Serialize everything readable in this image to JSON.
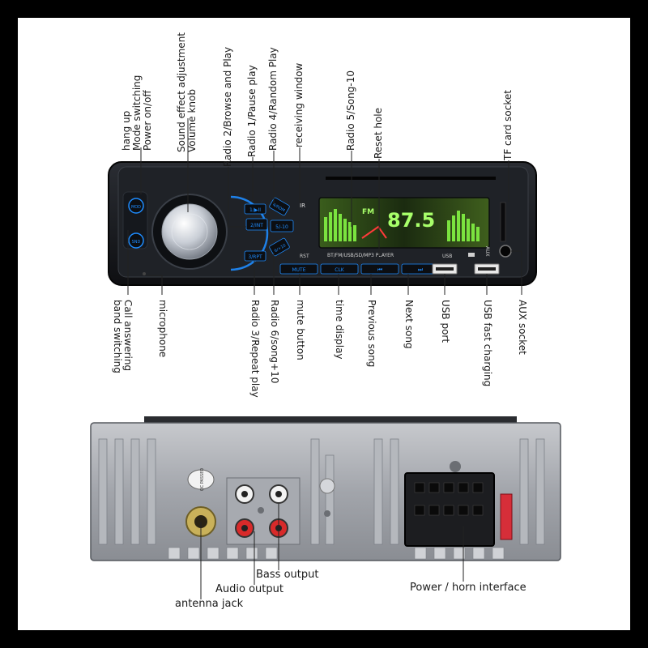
{
  "front_labels_top": [
    "hang up\nMode switching\nPower on/off",
    "Sound effect adjustment\nVolume knob",
    "Radio 2/Browse and Play",
    "Radio 1/Pause play",
    "Radio 4/Random Play",
    "receiving window",
    "Radio 5/Song-10",
    "Reset hole",
    "TF card socket"
  ],
  "front_labels_bottom": [
    "Call answering\nband switching",
    "microphone",
    "Radio 3/Repeat play",
    "Radio 6/song+10",
    "mute button",
    "time display",
    "Previous song",
    "Next song",
    "USB port",
    "USB fast charging",
    "AUX socket"
  ],
  "rear_labels": {
    "bass_output": "Bass output",
    "audio_output": "Audio output",
    "antenna_jack": "antenna jack",
    "power_horn": "Power / horn interface"
  },
  "device": {
    "buttons": {
      "mod": "MOD",
      "snd": "SND",
      "b1": "1/▶II",
      "b2": "2/INT",
      "b3": "3/RPT",
      "b4": "4/RDM",
      "b5": "5/-10",
      "b6": "6/+10",
      "mute": "MUTE",
      "clk": "CLK",
      "prev": "⏮",
      "next": "⏭"
    },
    "rst": "RST",
    "player_label": "BT/FM/USB/SD/MP3 PLAYER",
    "display_band": "FM",
    "display_freq": "87.5",
    "usb_label": "USB",
    "aux_label": "AUX",
    "rear_sticker": "QC PASSED"
  },
  "colors": {
    "accent_blue": "#1e8cff",
    "display_green": "#6fe03a",
    "body_dark": "#1b1d21"
  }
}
